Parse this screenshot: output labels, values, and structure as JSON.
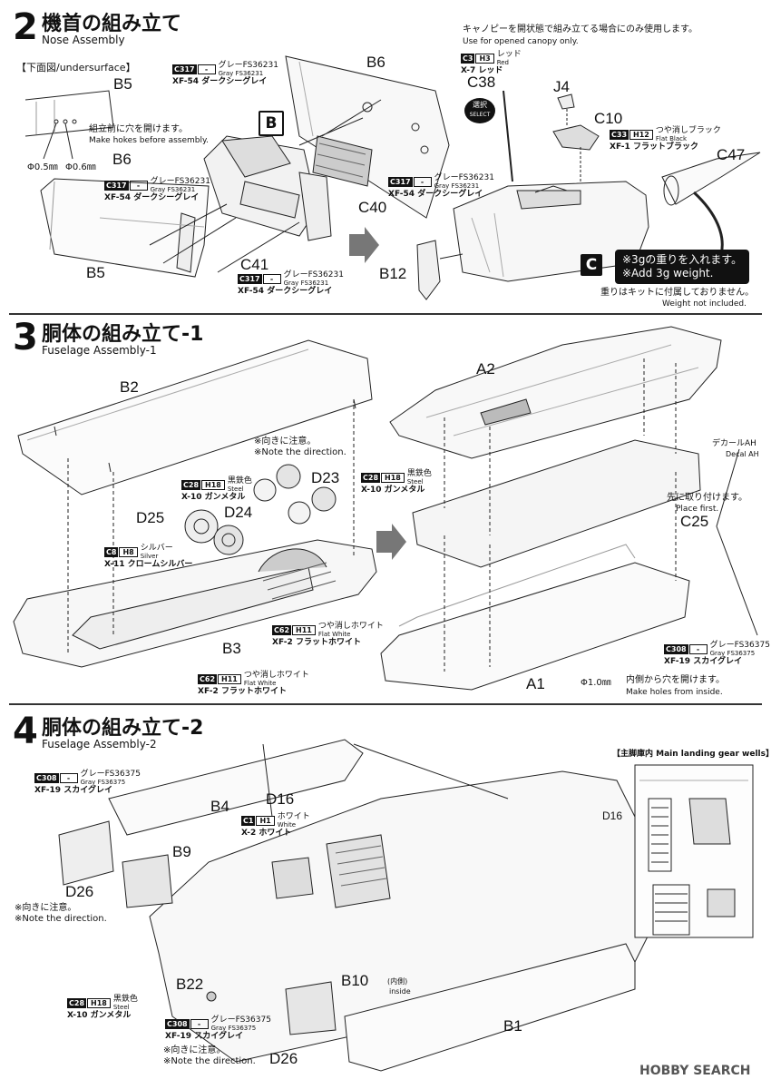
{
  "sections": {
    "s2": {
      "num": "2",
      "jp": "機首の組み立て",
      "en": "Nose Assembly"
    },
    "s3": {
      "num": "3",
      "jp": "胴体の組み立て-1",
      "en": "Fuselage Assembly-1"
    },
    "s4": {
      "num": "4",
      "jp": "胴体の組み立て-2",
      "en": "Fuselage Assembly-2"
    }
  },
  "s2": {
    "underside": "【下面図/undersurface】",
    "b5_top": "B5",
    "b6_top": "B6",
    "b6_label": "B6",
    "hole_jp": "組立前に穴を開けます。",
    "hole_en": "Make hokes before assembly.",
    "dia1": "Φ0.5㎜",
    "dia2": "Φ0.6㎜",
    "b5": "B5",
    "c41": "C41",
    "c40": "C40",
    "b12": "B12",
    "c38": "C38",
    "j4": "J4",
    "c10": "C10",
    "c47": "C47",
    "box_b": "B",
    "box_c": "C",
    "canopy_jp": "キャノピーを開状態で組み立てる場合にのみ使用します。",
    "canopy_en": "Use for opened canopy only.",
    "select_1": "選択",
    "select_2": "SELECT",
    "weight_jp": "※3gの重りを入れます。",
    "weight_en": "※Add 3g weight.",
    "notinc_jp": "重りはキットに付属しておりません。",
    "notinc_en": "Weight not included."
  },
  "paints": {
    "c317": {
      "code": "C317",
      "h": "-",
      "jp": "グレーFS36231",
      "en": "Gray FS36231",
      "xf": "XF-54 ダークシーグレイ"
    },
    "c3": {
      "code": "C3",
      "h": "H3",
      "jp": "レッド",
      "en": "Red",
      "xf": "X-7 レッド"
    },
    "c33": {
      "code": "C33",
      "h": "H12",
      "jp": "つや消しブラック",
      "en": "Flat Black",
      "xf": "XF-1 フラットブラック"
    },
    "c28": {
      "code": "C28",
      "h": "H18",
      "jp": "黒鉄色",
      "en": "Steel",
      "xf": "X-10 ガンメタル"
    },
    "c8": {
      "code": "C8",
      "h": "H8",
      "jp": "シルバー",
      "en": "Silver",
      "xf": "X-11 クロームシルバー"
    },
    "c62": {
      "code": "C62",
      "h": "H11",
      "jp": "つや消しホワイト",
      "en": "Flat White",
      "xf": "XF-2 フラットホワイト"
    },
    "c308": {
      "code": "C308",
      "h": "-",
      "jp": "グレーFS36375",
      "en": "Gray FS36375",
      "xf": "XF-19 スカイグレイ"
    },
    "c1": {
      "code": "C1",
      "h": "H1",
      "jp": "ホワイト",
      "en": "White",
      "xf": "X-2 ホワイト"
    }
  },
  "s3": {
    "b2": "B2",
    "a2": "A2",
    "d23": "D23",
    "d24": "D24",
    "d25": "D25",
    "b3": "B3",
    "a1": "A1",
    "c25": "C25",
    "dir_jp": "※向きに注意。",
    "dir_en": "※Note the direction.",
    "decal_jp": "デカールAH",
    "decal_en": "Decal AH",
    "first_jp": "先に取り付けます。",
    "first_en": "Place first.",
    "dia": "Φ1.0㎜",
    "inside_jp": "内側から穴を開けます。",
    "inside_en": "Make holes from inside."
  },
  "s4": {
    "b4": "B4",
    "b9": "B9",
    "d16": "D16",
    "d16b": "D16",
    "d26": "D26",
    "d26b": "D26",
    "b22": "B22",
    "b10": "B10",
    "b1": "B1",
    "wells": "【主脚庫内 Main landing gear wells】",
    "dir_jp": "※向きに注意。",
    "dir_en": "※Note the direction.",
    "dir2_jp": "※向きに注意。",
    "dir2_en": "※Note the direction.",
    "inside_jp": "(内側)",
    "inside_en": "inside"
  },
  "watermark": "HOBBY SEARCH"
}
